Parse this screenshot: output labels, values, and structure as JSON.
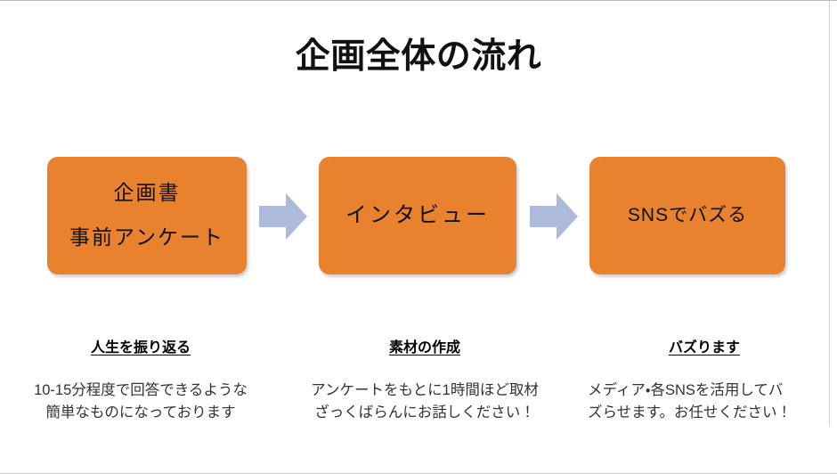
{
  "slide": {
    "title": "企画全体の流れ",
    "accent_color": "#e8822e",
    "arrow_color": "#aebadc",
    "title_color": "#111111",
    "body_color": "#333333",
    "background_color": "#ffffff"
  },
  "flow": {
    "steps": [
      {
        "id": "step-1",
        "lines": [
          "企画書",
          "事前アンケート"
        ]
      },
      {
        "id": "step-2",
        "lines": [
          "インタビュー"
        ]
      },
      {
        "id": "step-3",
        "lines": [
          "SNSでバズる"
        ]
      }
    ],
    "arrows": [
      {
        "id": "arrow-1",
        "name": "right-arrow-icon"
      },
      {
        "id": "arrow-2",
        "name": "right-arrow-icon"
      }
    ]
  },
  "captions": [
    {
      "id": "caption-1",
      "heading": "人生を振り返る",
      "body_lines": [
        "10-15分程度で回答できるような",
        "簡単なものになっております"
      ]
    },
    {
      "id": "caption-2",
      "heading": "素材の作成",
      "body_lines": [
        "アンケートをもとに1時間ほど取材",
        "ざっくばらんにお話しください！"
      ]
    },
    {
      "id": "caption-3",
      "heading": "バズります",
      "body_lines": [
        "メディア・各SNSを活用してバ",
        "ズらせます。お任せください！"
      ]
    }
  ]
}
